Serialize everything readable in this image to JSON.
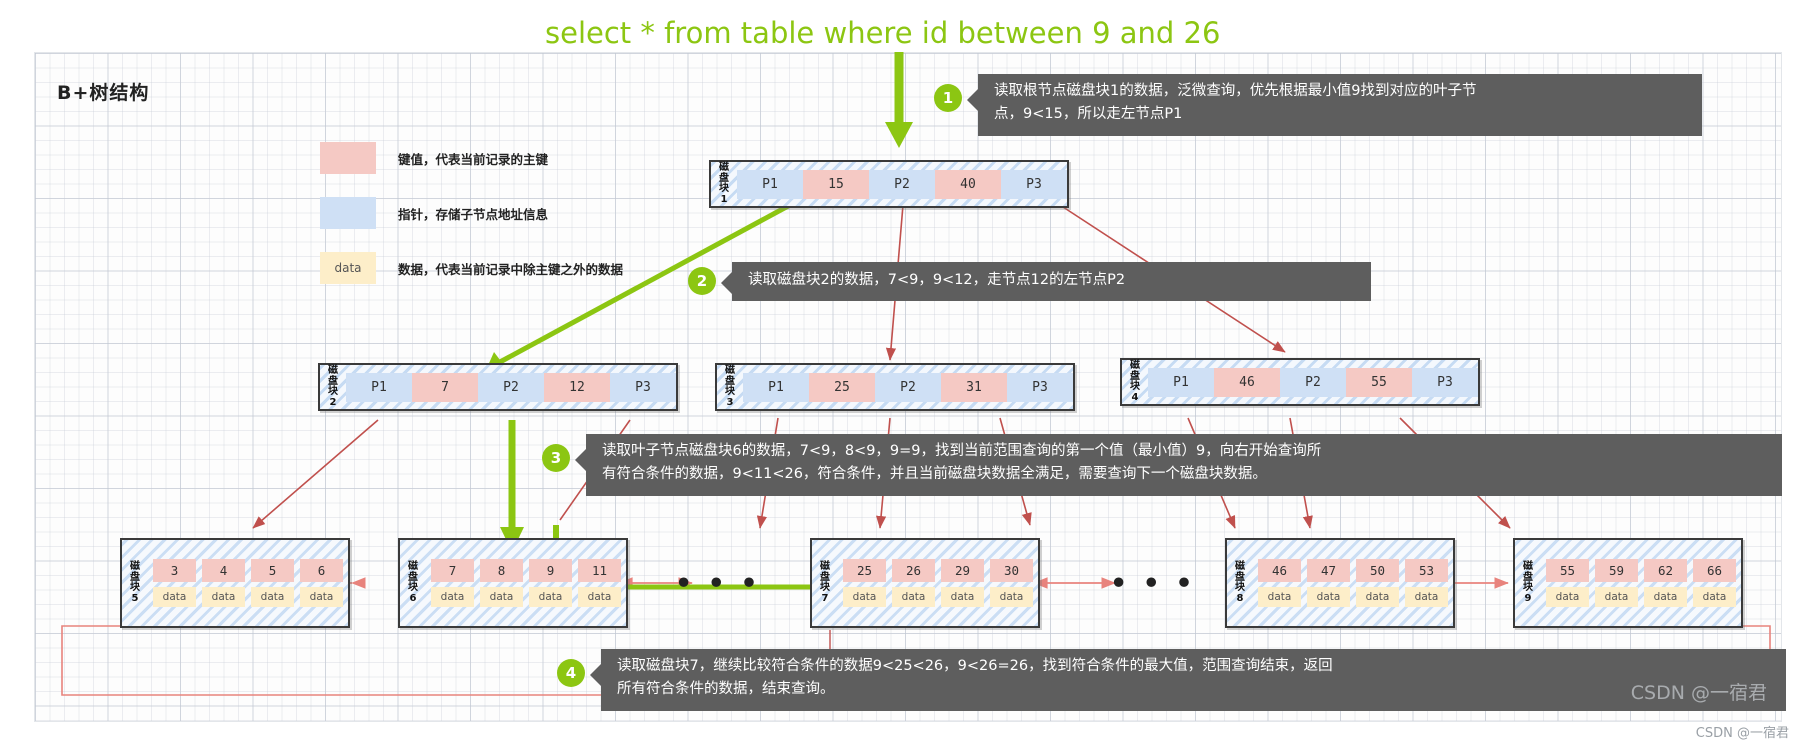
{
  "title": "select * from table where id between 9 and 26",
  "diagram_heading": "B+树结构",
  "colors": {
    "accent_green": "#8cc612",
    "key_pink": "#f5c9c4",
    "pointer_blue": "#cfe0f5",
    "data_yellow": "#fdeec9",
    "annotation_gray": "#5e5e5e",
    "arrow_red": "#c0504d"
  },
  "legend": [
    {
      "swatch": "key",
      "swatch_label": "",
      "text": "键值，代表当前记录的主键"
    },
    {
      "swatch": "pointer",
      "swatch_label": "",
      "text": "指针，存储子节点地址信息"
    },
    {
      "swatch": "data",
      "swatch_label": "data",
      "text": "数据，代表当前记录中除主键之外的数据"
    }
  ],
  "nodes": {
    "root": {
      "label_lines": [
        "磁",
        "盘",
        "块",
        "1"
      ],
      "cells": [
        {
          "type": "pointer",
          "value": "P1"
        },
        {
          "type": "key",
          "value": "15"
        },
        {
          "type": "pointer",
          "value": "P2"
        },
        {
          "type": "key",
          "value": "40"
        },
        {
          "type": "pointer",
          "value": "P3"
        }
      ]
    },
    "internal": [
      {
        "label_lines": [
          "磁",
          "盘",
          "块",
          "2"
        ],
        "cells": [
          {
            "type": "pointer",
            "value": "P1"
          },
          {
            "type": "key",
            "value": "7"
          },
          {
            "type": "pointer",
            "value": "P2"
          },
          {
            "type": "key",
            "value": "12"
          },
          {
            "type": "pointer",
            "value": "P3"
          }
        ]
      },
      {
        "label_lines": [
          "磁",
          "盘",
          "块",
          "3"
        ],
        "cells": [
          {
            "type": "pointer",
            "value": "P1"
          },
          {
            "type": "key",
            "value": "25"
          },
          {
            "type": "pointer",
            "value": "P2"
          },
          {
            "type": "key",
            "value": "31"
          },
          {
            "type": "pointer",
            "value": "P3"
          }
        ]
      },
      {
        "label_lines": [
          "磁",
          "盘",
          "块",
          "4"
        ],
        "cells": [
          {
            "type": "pointer",
            "value": "P1"
          },
          {
            "type": "key",
            "value": "46"
          },
          {
            "type": "pointer",
            "value": "P2"
          },
          {
            "type": "key",
            "value": "55"
          },
          {
            "type": "pointer",
            "value": "P3"
          }
        ]
      }
    ],
    "leaves": [
      {
        "label_lines": [
          "磁",
          "盘",
          "块",
          "5"
        ],
        "keys": [
          "3",
          "4",
          "5",
          "6"
        ],
        "data": [
          "data",
          "data",
          "data",
          "data"
        ]
      },
      {
        "label_lines": [
          "磁",
          "盘",
          "块",
          "6"
        ],
        "keys": [
          "7",
          "8",
          "9",
          "11"
        ],
        "data": [
          "data",
          "data",
          "data",
          "data"
        ]
      },
      {
        "label_lines": [
          "磁",
          "盘",
          "块",
          "7"
        ],
        "keys": [
          "25",
          "26",
          "29",
          "30"
        ],
        "data": [
          "data",
          "data",
          "data",
          "data"
        ]
      },
      {
        "label_lines": [
          "磁",
          "盘",
          "块",
          "8"
        ],
        "keys": [
          "46",
          "47",
          "50",
          "53"
        ],
        "data": [
          "data",
          "data",
          "data",
          "data"
        ]
      },
      {
        "label_lines": [
          "磁",
          "盘",
          "块",
          "9"
        ],
        "keys": [
          "55",
          "59",
          "62",
          "66"
        ],
        "data": [
          "data",
          "data",
          "data",
          "data"
        ]
      }
    ]
  },
  "ellipses": [
    "• • •",
    "• • •"
  ],
  "annotations": [
    {
      "number": "1",
      "line1": "读取根节点磁盘块1的数据，泛微查询，优先根据最小值9找到对应的叶子节",
      "line2": "点，9<15，所以走左节点P1"
    },
    {
      "number": "2",
      "line1": "读取磁盘块2的数据，7<9，9<12，走节点12的左节点P2",
      "line2": ""
    },
    {
      "number": "3",
      "line1": "读取叶子节点磁盘块6的数据，7<9，8<9，9=9，找到当前范围查询的第一个值（最小值）9，向右开始查询所",
      "line2": "有符合条件的数据，9<11<26，符合条件，并且当前磁盘块数据全满足，需要查询下一个磁盘块数据。"
    },
    {
      "number": "4",
      "line1": "读取磁盘块7，继续比较符合条件的数据9<25<26，9<26=26，找到符合条件的最大值，范围查询结束，返回",
      "line2": "所有符合条件的数据，结束查询。"
    }
  ],
  "watermark": "CSDN @一宿君",
  "watermark_faint": "CSDN @一宿君"
}
